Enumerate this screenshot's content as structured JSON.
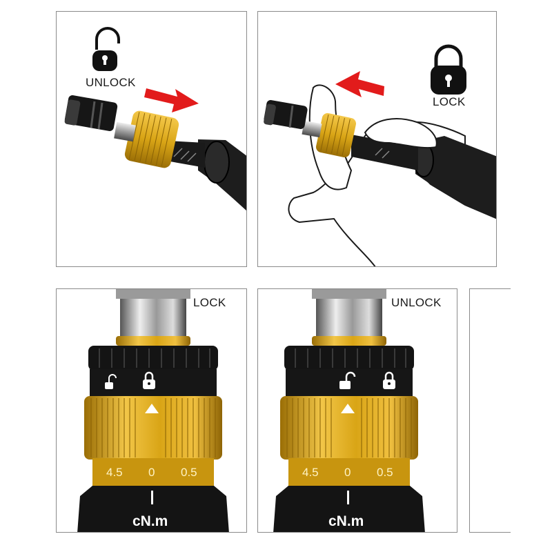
{
  "top_left": {
    "label": "UNLOCK",
    "icon": "unlocked-padlock-icon"
  },
  "top_right": {
    "label": "LOCK",
    "icon": "locked-padlock-icon"
  },
  "bottom_left": {
    "label": "LOCK",
    "scale": [
      "4.5",
      "0",
      "0.5"
    ],
    "unit": "cN.m"
  },
  "bottom_right": {
    "label": "UNLOCK",
    "scale": [
      "4.5",
      "0",
      "0.5"
    ],
    "unit": "cN.m"
  },
  "colors": {
    "gold": "#d9a516",
    "gold_dark": "#a87b08",
    "body_black": "#141414",
    "arrow_red": "#e21b1b",
    "frame_gray": "#8a8a8a"
  }
}
